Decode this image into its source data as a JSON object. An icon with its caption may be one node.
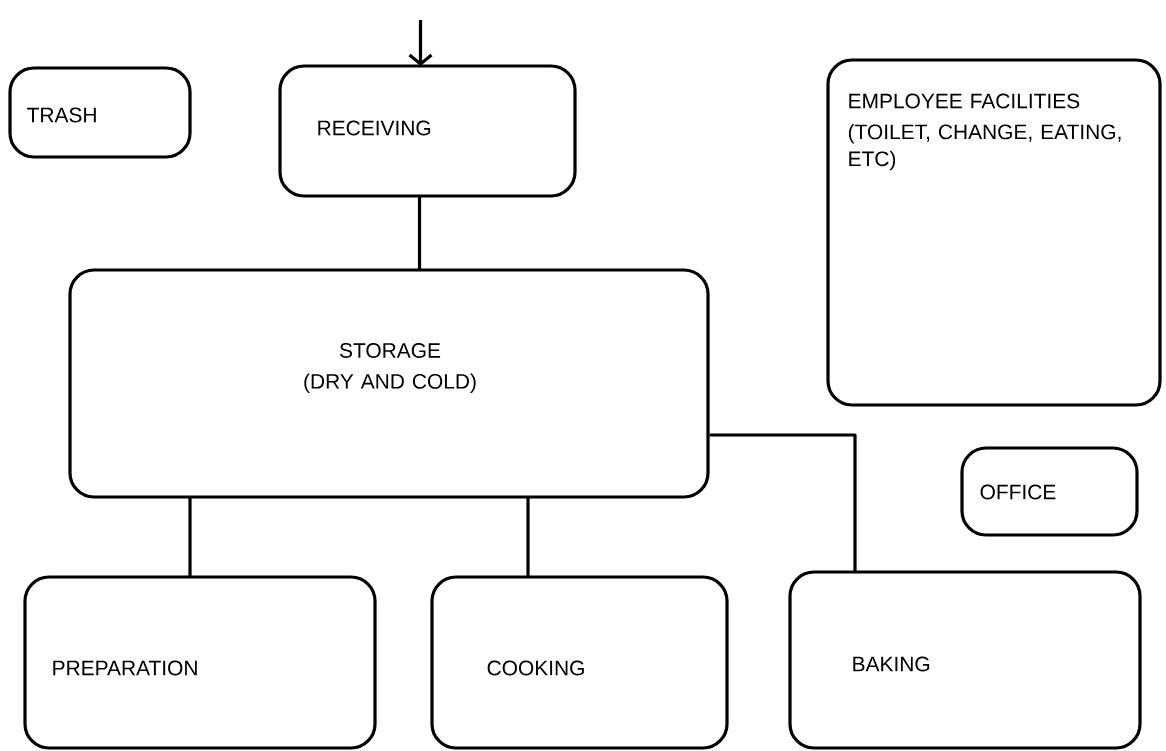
{
  "diagram": {
    "nodes": [
      {
        "text": [
          "TRASH"
        ]
      },
      {
        "text": [
          "RECEIVING"
        ]
      },
      {
        "text": [
          "EMPLOYEE FACILITIES",
          "(TOILET, CHANGE, EATING, ETC)"
        ]
      },
      {
        "text": [
          "STORAGE",
          "(DRY AND COLD)"
        ]
      },
      {
        "text": [
          "OFFICE"
        ]
      },
      {
        "text": [
          "PREPARATION"
        ]
      },
      {
        "text": [
          "COOKING"
        ]
      },
      {
        "text": [
          "BAKING"
        ]
      }
    ],
    "edges": [
      {
        "from": null,
        "to": 1,
        "arrow": "to"
      },
      {
        "from": 1,
        "to": 3,
        "arrow": "none"
      },
      {
        "from": 3,
        "to": 5,
        "arrow": "none"
      },
      {
        "from": 3,
        "to": 6,
        "arrow": "none"
      },
      {
        "from": 3,
        "to": 7,
        "arrow": "none"
      }
    ]
  }
}
